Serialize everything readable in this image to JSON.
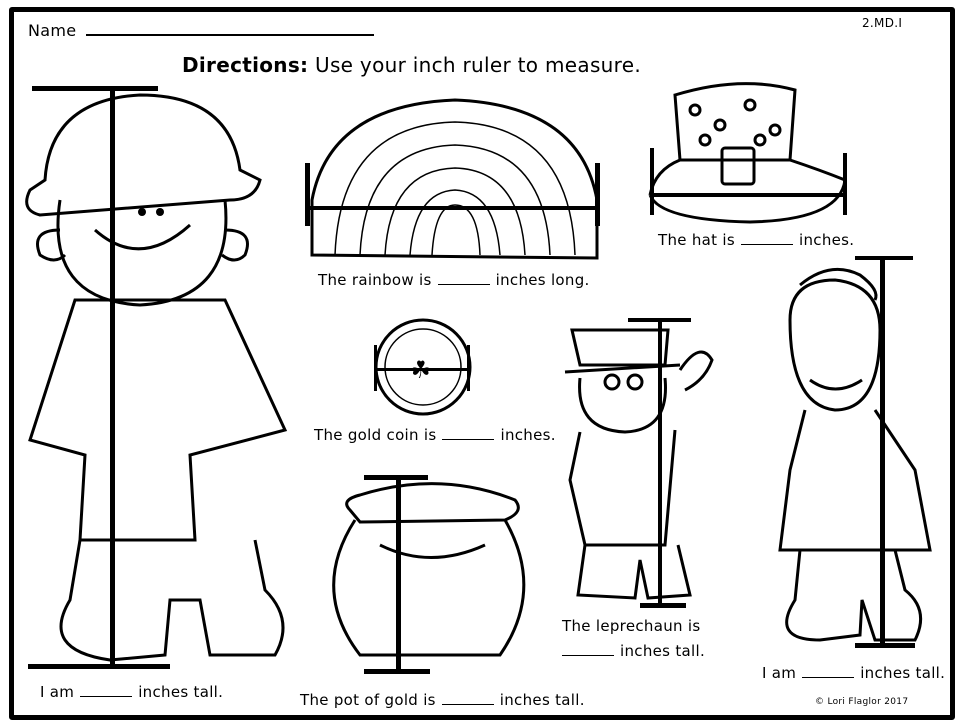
{
  "header": {
    "name_label": "Name",
    "standard": "2.MD.I",
    "directions_bold": "Directions:",
    "directions_text": "Use your inch ruler to measure."
  },
  "items": {
    "rainbow": {
      "before": "The rainbow is",
      "after": "inches long."
    },
    "hat": {
      "before": "The hat is",
      "after": "inches."
    },
    "coin": {
      "before": "The gold coin is",
      "after": "inches."
    },
    "leprechaun": {
      "line1": "The leprechaun is",
      "after": "inches tall."
    },
    "girl": {
      "before": "I am",
      "after": "inches tall."
    },
    "boy": {
      "before": "I am",
      "after": "inches tall."
    },
    "pot": {
      "before": "The pot of gold is",
      "after": "inches tall."
    }
  },
  "footer": {
    "copyright": "© Lori Flaglor 2017"
  }
}
